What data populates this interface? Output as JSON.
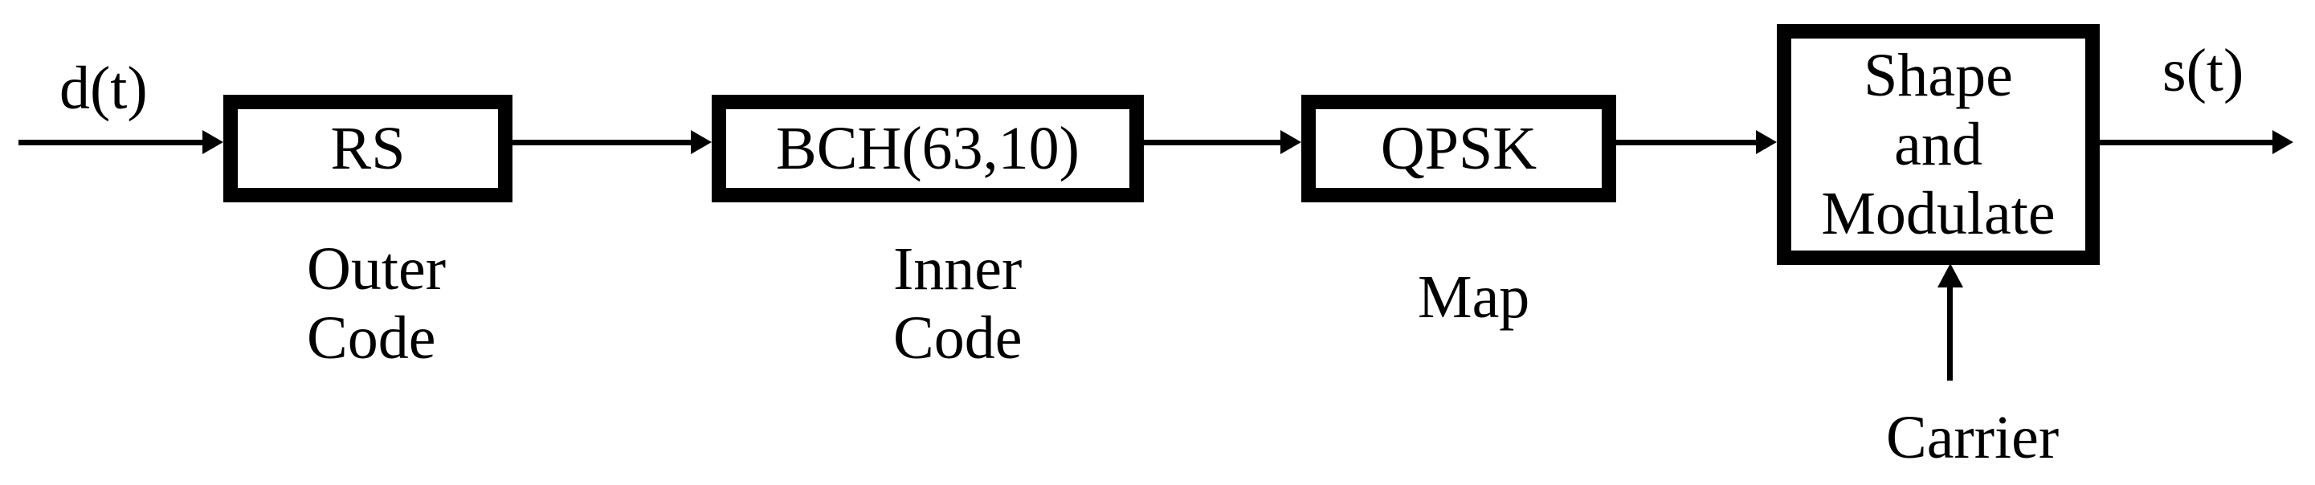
{
  "colors": {
    "background": "#ffffff",
    "stroke": "#000000"
  },
  "diagram": {
    "input_signal": "d(t)",
    "output_signal": "s(t)",
    "blocks": [
      {
        "label": "RS",
        "caption": [
          "Outer",
          "Code"
        ]
      },
      {
        "label": "BCH(63,10)",
        "caption": [
          "Inner",
          "Code"
        ]
      },
      {
        "label": "QPSK",
        "caption": [
          "Map"
        ]
      },
      {
        "label_lines": [
          "Shape",
          "and",
          "Modulate"
        ]
      }
    ],
    "carrier_label": "Carrier"
  }
}
